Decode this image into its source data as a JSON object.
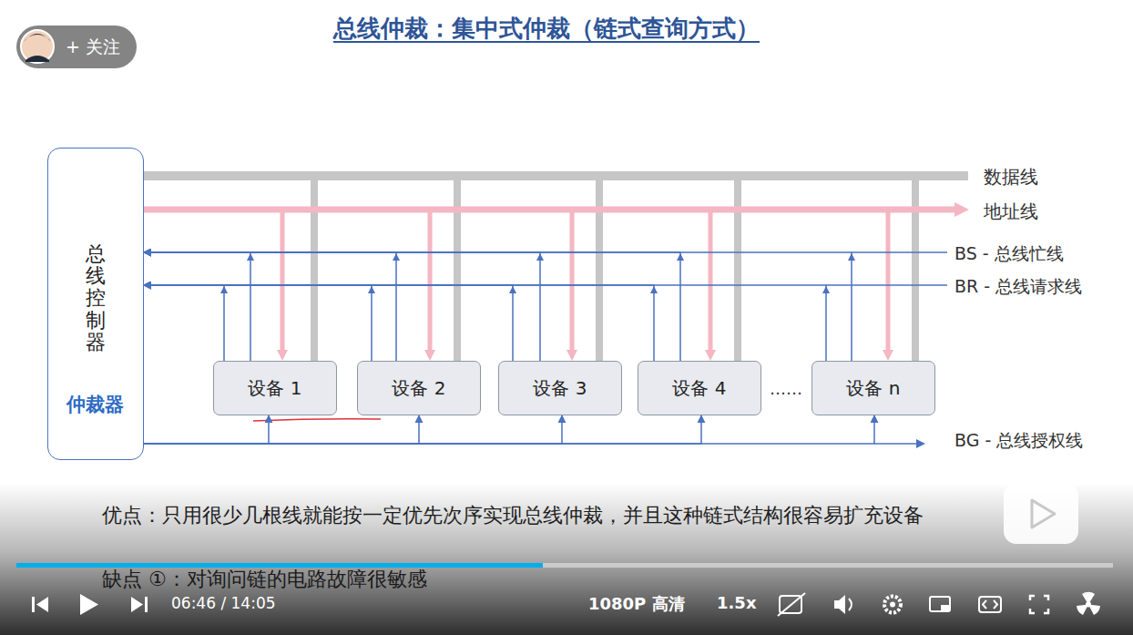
{
  "diagram": {
    "title": "总线仲裁：集中式仲裁（链式查询方式）",
    "nodes": [
      {
        "text": [
          "总线控制器",
          "仲裁器"
        ]
      },
      {
        "text": [
          "设备 1"
        ]
      },
      {
        "text": [
          "设备 2"
        ]
      },
      {
        "text": [
          "设备 3"
        ]
      },
      {
        "text": [
          "设备 4"
        ]
      },
      {
        "text": [
          "设备 n"
        ]
      }
    ],
    "edges": [
      {
        "from": 1,
        "to": 0,
        "arrow": "to"
      },
      {
        "from": 2,
        "to": 0,
        "arrow": "to"
      },
      {
        "from": 3,
        "to": 0,
        "arrow": "to"
      },
      {
        "from": 4,
        "to": 0,
        "arrow": "to"
      },
      {
        "from": 5,
        "to": 0,
        "arrow": "to"
      },
      {
        "from": 1,
        "to": 0,
        "arrow": "to"
      },
      {
        "from": 2,
        "to": 0,
        "arrow": "to"
      },
      {
        "from": 3,
        "to": 0,
        "arrow": "to"
      },
      {
        "from": 4,
        "to": 0,
        "arrow": "to"
      },
      {
        "from": 5,
        "to": 0,
        "arrow": "to"
      },
      {
        "from": 0,
        "to": 1,
        "arrow": "to"
      },
      {
        "from": 0,
        "to": 2,
        "arrow": "to"
      },
      {
        "from": 0,
        "to": 3,
        "arrow": "to"
      },
      {
        "from": 0,
        "to": 4,
        "arrow": "to"
      },
      {
        "from": 0,
        "to": 5,
        "arrow": "to"
      }
    ],
    "labels": [
      "+ 关注",
      "数据线",
      "地址线",
      "BS - 总线忙线",
      "BR - 总线请求线",
      "BG - 总线授权线",
      "……",
      "优点：只用很少几根线就能按一定优先次序实现总线仲裁，并且这种链式结构很容易扩充设备",
      "缺点 ①：对询问链的电路故障很敏感",
      "06:46 / 14:05",
      "1080P 高清",
      "1.5x"
    ]
  }
}
